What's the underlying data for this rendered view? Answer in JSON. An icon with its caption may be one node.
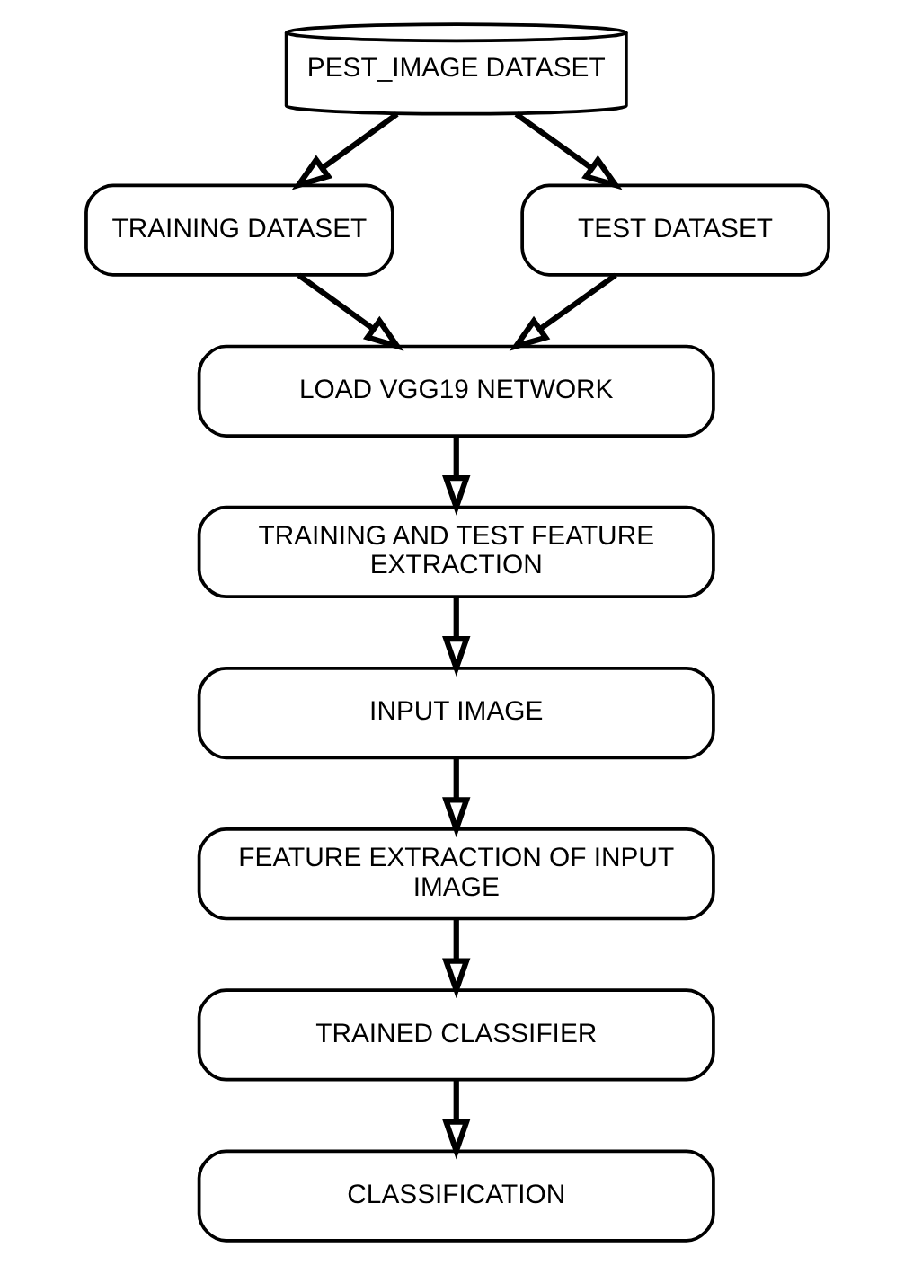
{
  "diagram": {
    "nodes": [
      {
        "text": [
          "PEST_IMAGE DATASET"
        ]
      },
      {
        "text": [
          "TRAINING DATASET"
        ]
      },
      {
        "text": [
          "TEST DATASET"
        ]
      },
      {
        "text": [
          "LOAD VGG19 NETWORK"
        ]
      },
      {
        "text": [
          "TRAINING AND TEST FEATURE EXTRACTION"
        ]
      },
      {
        "text": [
          "INPUT IMAGE"
        ]
      },
      {
        "text": [
          "FEATURE EXTRACTION OF INPUT IMAGE"
        ]
      },
      {
        "text": [
          "TRAINED CLASSIFIER"
        ]
      },
      {
        "text": [
          "CLASSIFICATION"
        ]
      }
    ],
    "edges": [
      {
        "from": 0,
        "to": 1,
        "arrow": "to"
      },
      {
        "from": 0,
        "to": 2,
        "arrow": "to"
      },
      {
        "from": 1,
        "to": 3,
        "arrow": "to"
      },
      {
        "from": 2,
        "to": 3,
        "arrow": "to"
      },
      {
        "from": 3,
        "to": 4,
        "arrow": "to"
      },
      {
        "from": 4,
        "to": 5,
        "arrow": "to"
      },
      {
        "from": 5,
        "to": 6,
        "arrow": "to"
      },
      {
        "from": 6,
        "to": 7,
        "arrow": "to"
      },
      {
        "from": 7,
        "to": 8,
        "arrow": "to"
      }
    ]
  }
}
